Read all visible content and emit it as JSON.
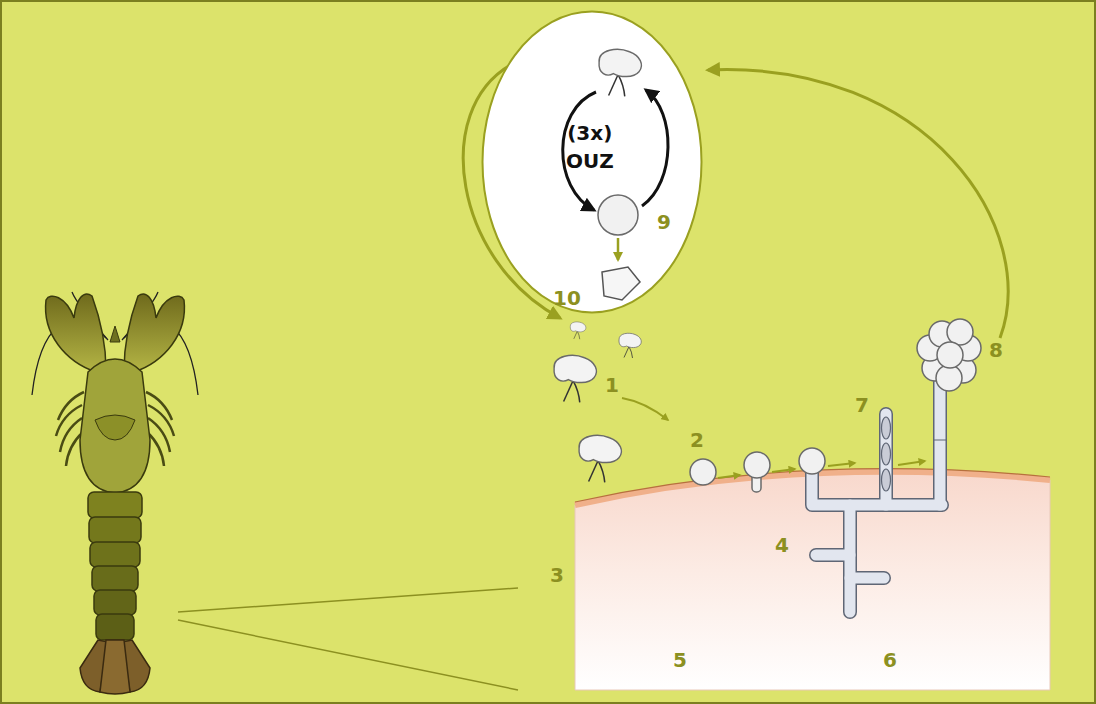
{
  "diagram": {
    "nodes": [
      {
        "text": [
          "(3x) OUZ"
        ]
      }
    ],
    "labels": [
      "1",
      "2",
      "3",
      "4",
      "5",
      "6",
      "7",
      "8",
      "9",
      "10"
    ]
  }
}
